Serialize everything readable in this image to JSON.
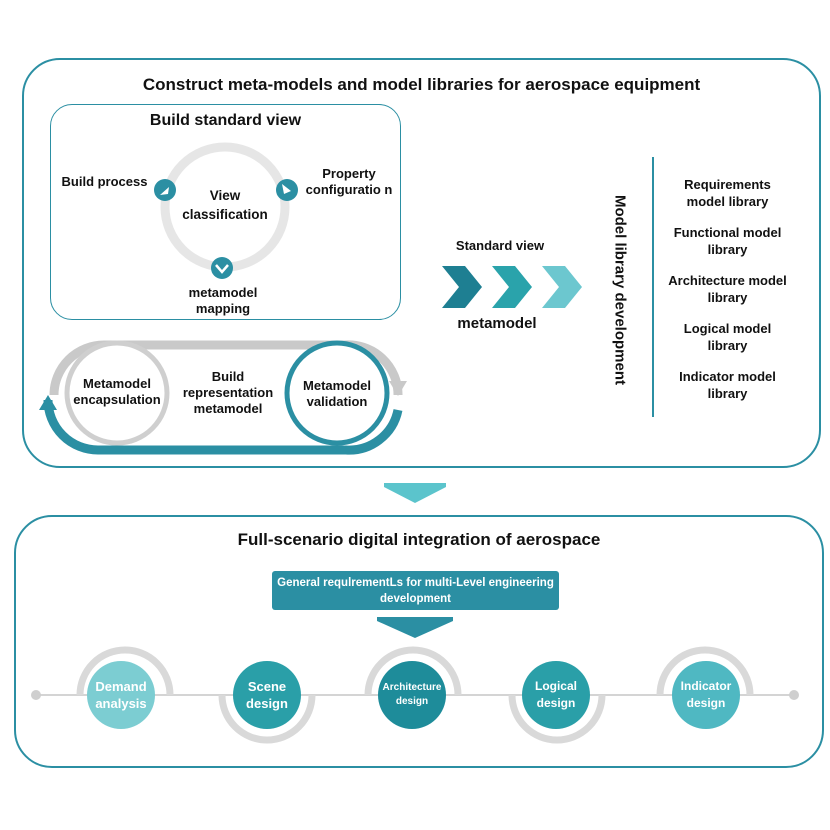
{
  "top_section": {
    "title": "Construct meta-models and model libraries for aerospace equipment",
    "standard_view_box": {
      "title": "Build standard view",
      "center_label": "View classification",
      "left_label": "Build process",
      "right_label": "Property configuratio n",
      "bottom_label": "metamodel mapping"
    },
    "cycle": {
      "left_circle": "Metamodel encapsulation",
      "center_label": "Build representation metamodel",
      "right_circle": "Metamodel validation"
    },
    "flow": {
      "top_label": "Standard view",
      "bottom_label": "metamodel"
    },
    "vertical_label": "Model library development",
    "libraries": [
      "Requirements model library",
      "Functional model library",
      "Architecture model library",
      "Logical model library",
      "Indicator model library"
    ]
  },
  "bottom_section": {
    "title": "Full-scenario digital integration of aerospace",
    "requirement_box": "General requlrementLs for multi-Level engineering development",
    "stages": [
      {
        "label": "Demand analysis",
        "color": "#7ccdd2"
      },
      {
        "label": "Scene design",
        "color": "#2a9fa8"
      },
      {
        "label": "Architecture design",
        "color": "#1e8c9a"
      },
      {
        "label": "Logical design",
        "color": "#2a9fa8"
      },
      {
        "label": "Indicator design",
        "color": "#4fb8c2"
      }
    ]
  },
  "colors": {
    "accent": "#2b8fa3",
    "light_accent": "#5bc4cc",
    "gray": "#d0d0d0"
  }
}
